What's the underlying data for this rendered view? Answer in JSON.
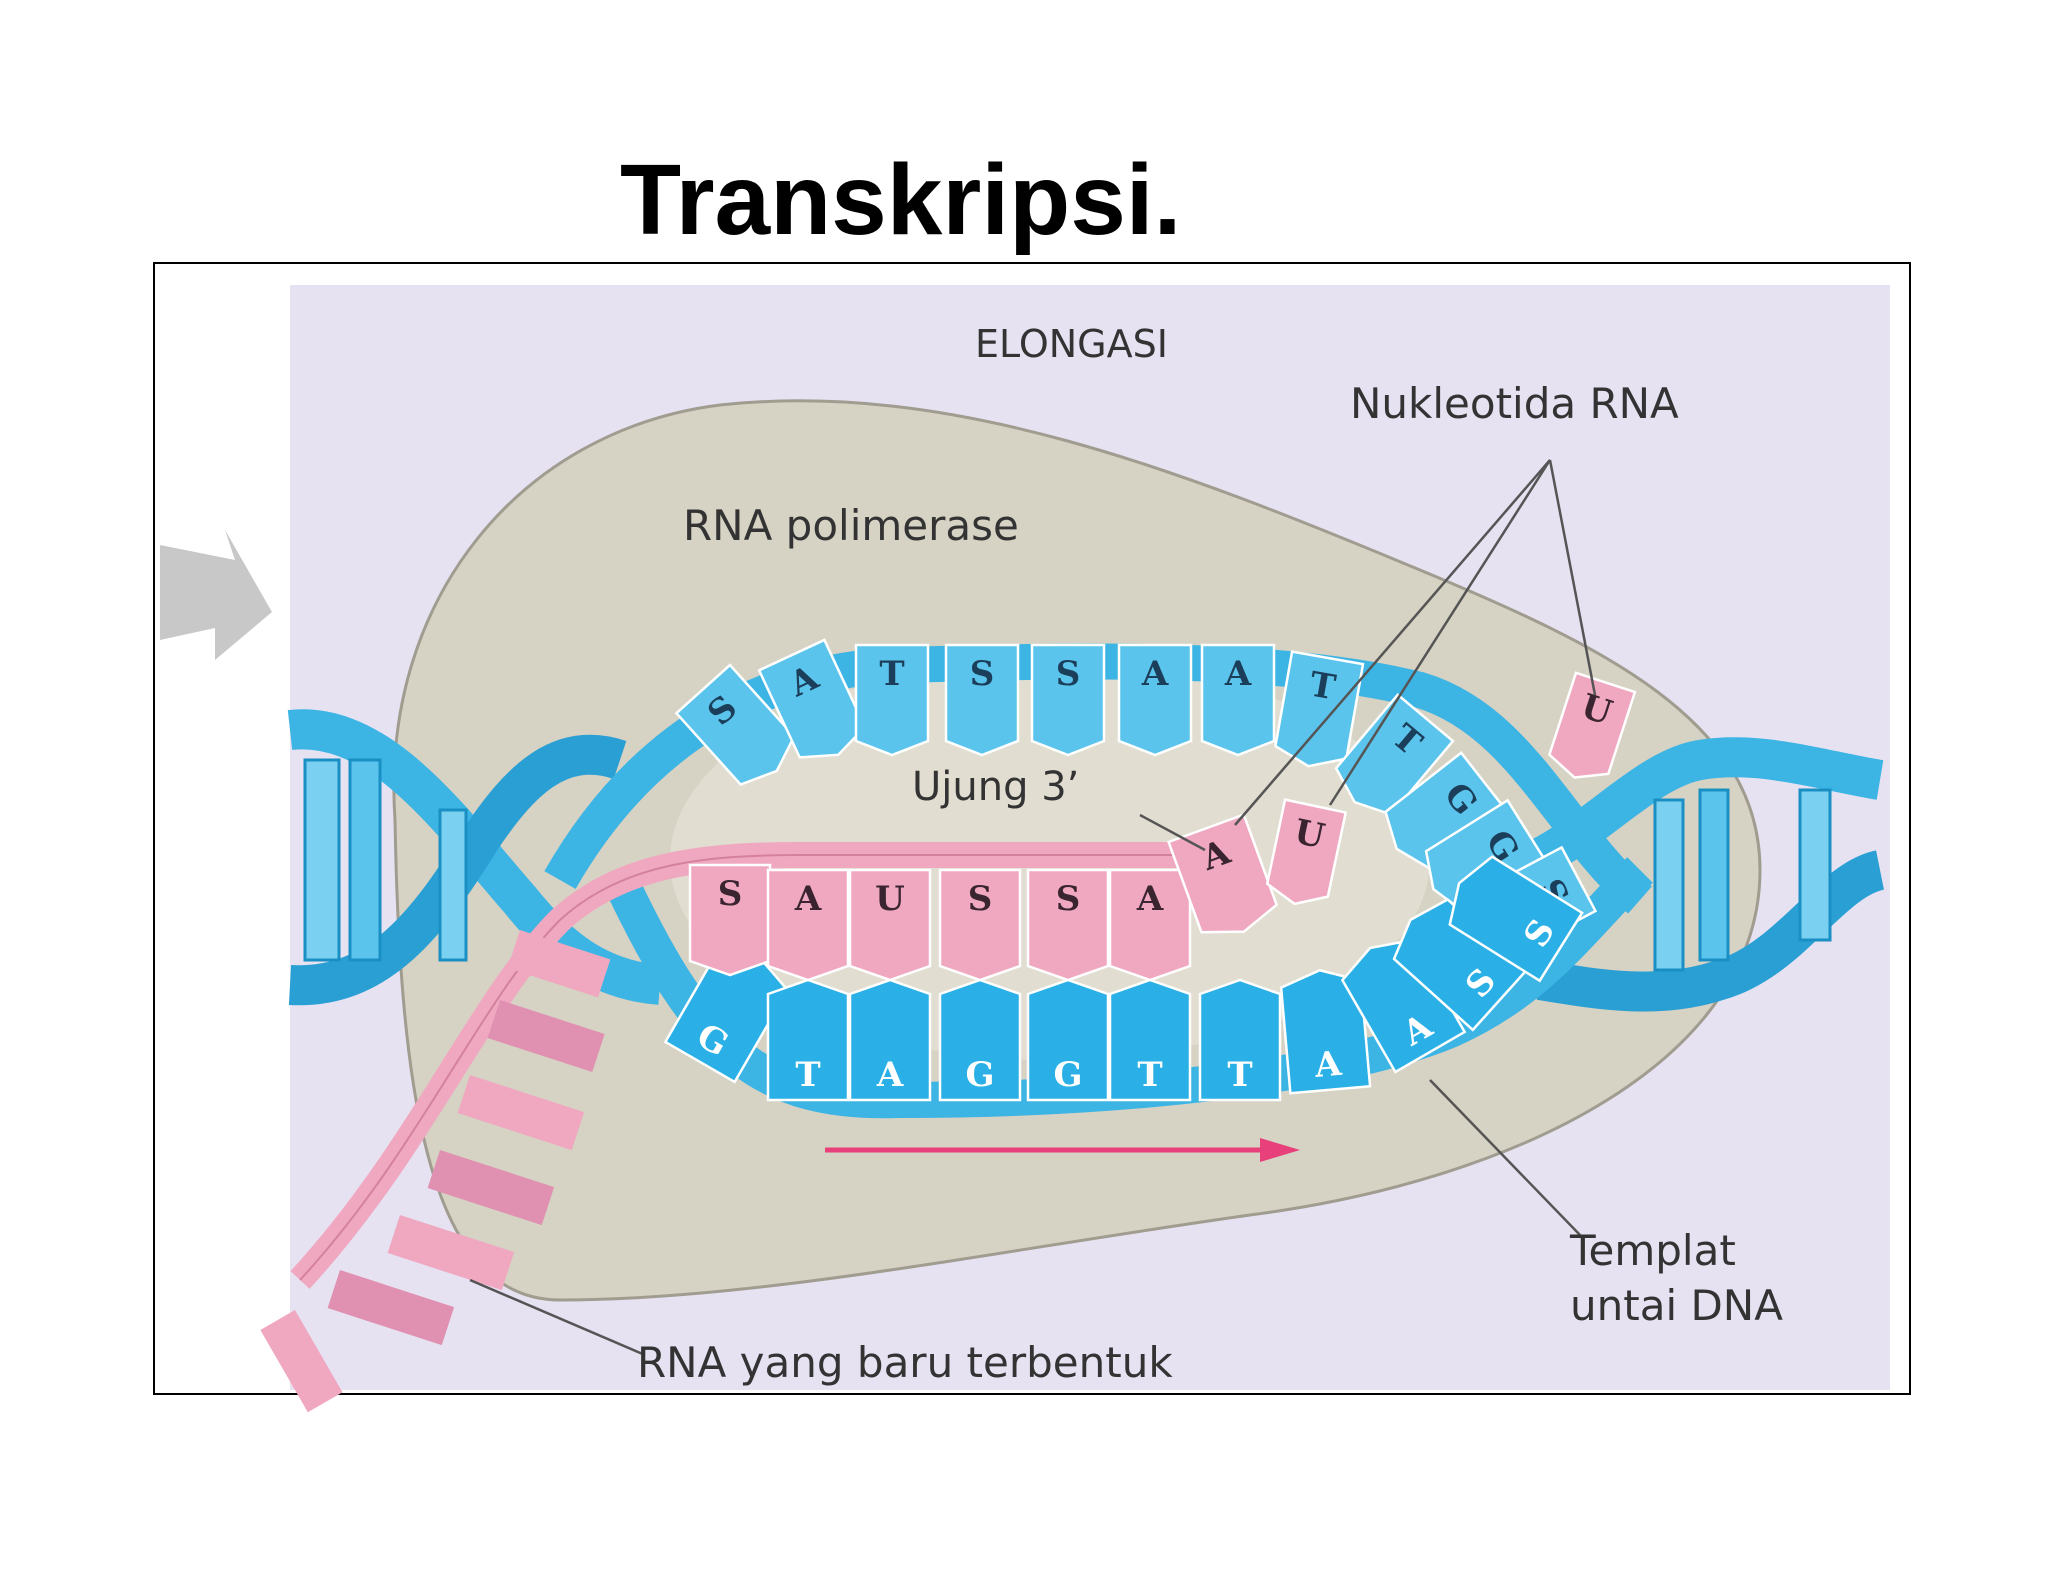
{
  "title": "Transkripsi.",
  "diagram": {
    "heading": "ELONGASI",
    "labels": {
      "polymerase": "RNA polimerase",
      "nucleotides": "Nukleotida RNA",
      "end3": "Ujung 3’",
      "template_line1": "Templat",
      "template_line2": "untai DNA",
      "new_rna": "RNA yang baru terbentuk"
    },
    "top_strand_bases": [
      "S",
      "A",
      "T",
      "S",
      "S",
      "A",
      "A",
      "T",
      "T",
      "G",
      "G",
      "S"
    ],
    "template_strand_bases": [
      "G",
      "T",
      "A",
      "G",
      "G",
      "T",
      "T",
      "A",
      "A",
      "S",
      "S"
    ],
    "rna_bases": [
      "S",
      "A",
      "U",
      "S",
      "S",
      "A",
      "A"
    ],
    "free_nucleotides": [
      "U",
      "U"
    ],
    "colors": {
      "dna": "#3cb4e4",
      "dna_dark": "#1a8fc4",
      "rna": "#f0a8c0",
      "polymerase": "#d6d2c4",
      "background": "#e6e2f2",
      "arrow": "#e8407a"
    }
  }
}
